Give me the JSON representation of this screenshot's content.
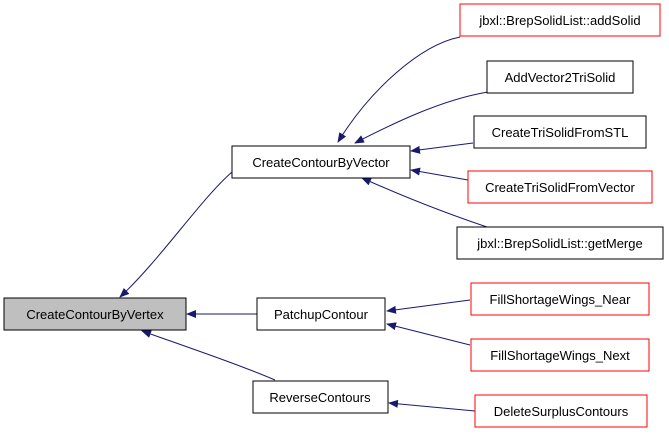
{
  "graph": {
    "colors": {
      "edge": "#191970",
      "border_normal": "#000000",
      "border_undocumented": "#ff0000",
      "highlight_fill": "#bfbfbf",
      "fill": "#ffffff"
    },
    "nodes": {
      "create_contour_by_vertex": "CreateContourByVertex",
      "create_contour_by_vector": "CreateContourByVector",
      "patchup_contour": "PatchupContour",
      "reverse_contours": "ReverseContours",
      "add_solid": "jbxl::BrepSolidList::addSolid",
      "add_vector2_tri_solid": "AddVector2TriSolid",
      "create_tri_solid_from_stl": "CreateTriSolidFromSTL",
      "create_tri_solid_from_vector": "CreateTriSolidFromVector",
      "get_merge": "jbxl::BrepSolidList::getMerge",
      "fill_shortage_wings_near": "FillShortageWings_Near",
      "fill_shortage_wings_next": "FillShortageWings_Next",
      "delete_surplus_contours": "DeleteSurplusContours"
    }
  }
}
